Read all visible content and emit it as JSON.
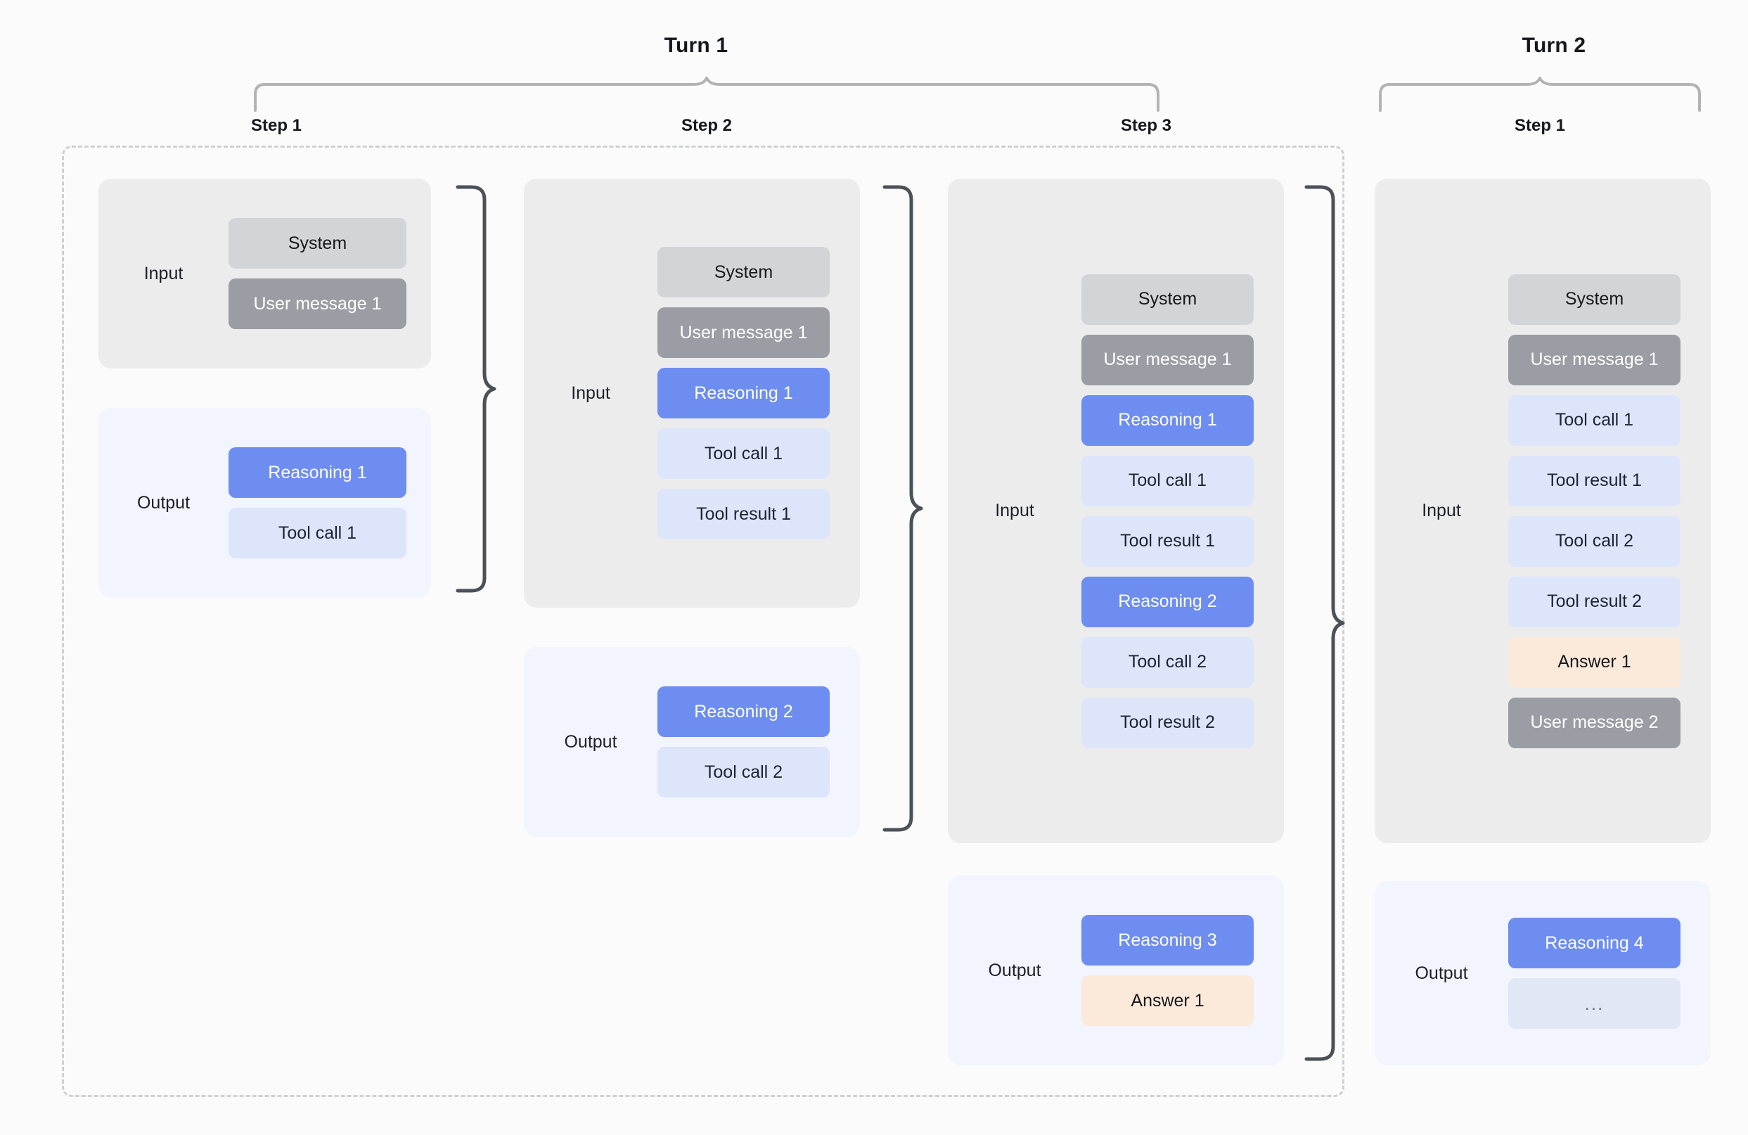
{
  "diagram": {
    "title_turn1": "Turn 1",
    "title_turn2": "Turn 2",
    "step1": "Step 1",
    "step2": "Step 2",
    "step3": "Step 3",
    "step1_t2": "Step 1",
    "input_label": "Input",
    "output_label": "Output",
    "colors": {
      "background": "#fbfbfb",
      "input_group": "#ececed",
      "output_group": "#f2f5fd",
      "system": "#d2d4d8",
      "user_message": "#9a9da3",
      "reasoning": "#6d8df1",
      "tool": "#dde5fb",
      "answer": "#fbeada",
      "brace": "#4b5159",
      "header_brace": "#b3b3b3",
      "dashed_border": "#cfd0d2"
    },
    "turns": [
      {
        "name": "Turn 1",
        "steps": [
          {
            "name": "Step 1",
            "input": [
              "System",
              "User message 1"
            ],
            "output": [
              "Reasoning 1",
              "Tool call 1"
            ]
          },
          {
            "name": "Step 2",
            "input": [
              "System",
              "User message 1",
              "Reasoning 1",
              "Tool call 1",
              "Tool result 1"
            ],
            "output": [
              "Reasoning 2",
              "Tool call 2"
            ]
          },
          {
            "name": "Step 3",
            "input": [
              "System",
              "User message 1",
              "Reasoning 1",
              "Tool call 1",
              "Tool result 1",
              "Reasoning 2",
              "Tool call 2",
              "Tool result 2"
            ],
            "output": [
              "Reasoning 3",
              "Answer 1"
            ]
          }
        ]
      },
      {
        "name": "Turn 2",
        "steps": [
          {
            "name": "Step 1",
            "input": [
              "System",
              "User message 1",
              "Tool call 1",
              "Tool result 1",
              "Tool call 2",
              "Tool result 2",
              "Answer 1",
              "User message 2"
            ],
            "output": [
              "Reasoning 4",
              "..."
            ]
          }
        ]
      }
    ],
    "chips": {
      "s1_in_1": "System",
      "s1_in_2": "User message 1",
      "s1_out_1": "Reasoning 1",
      "s1_out_2": "Tool call 1",
      "s2_in_1": "System",
      "s2_in_2": "User message 1",
      "s2_in_3": "Reasoning 1",
      "s2_in_4": "Tool call 1",
      "s2_in_5": "Tool result 1",
      "s2_out_1": "Reasoning 2",
      "s2_out_2": "Tool call 2",
      "s3_in_1": "System",
      "s3_in_2": "User message 1",
      "s3_in_3": "Reasoning 1",
      "s3_in_4": "Tool call 1",
      "s3_in_5": "Tool result 1",
      "s3_in_6": "Reasoning 2",
      "s3_in_7": "Tool call 2",
      "s3_in_8": "Tool result 2",
      "s3_out_1": "Reasoning 3",
      "s3_out_2": "Answer 1",
      "t2_in_1": "System",
      "t2_in_2": "User message 1",
      "t2_in_3": "Tool call 1",
      "t2_in_4": "Tool result 1",
      "t2_in_5": "Tool call 2",
      "t2_in_6": "Tool result 2",
      "t2_in_7": "Answer 1",
      "t2_in_8": "User message 2",
      "t2_out_1": "Reasoning 4",
      "t2_out_2": "..."
    }
  }
}
